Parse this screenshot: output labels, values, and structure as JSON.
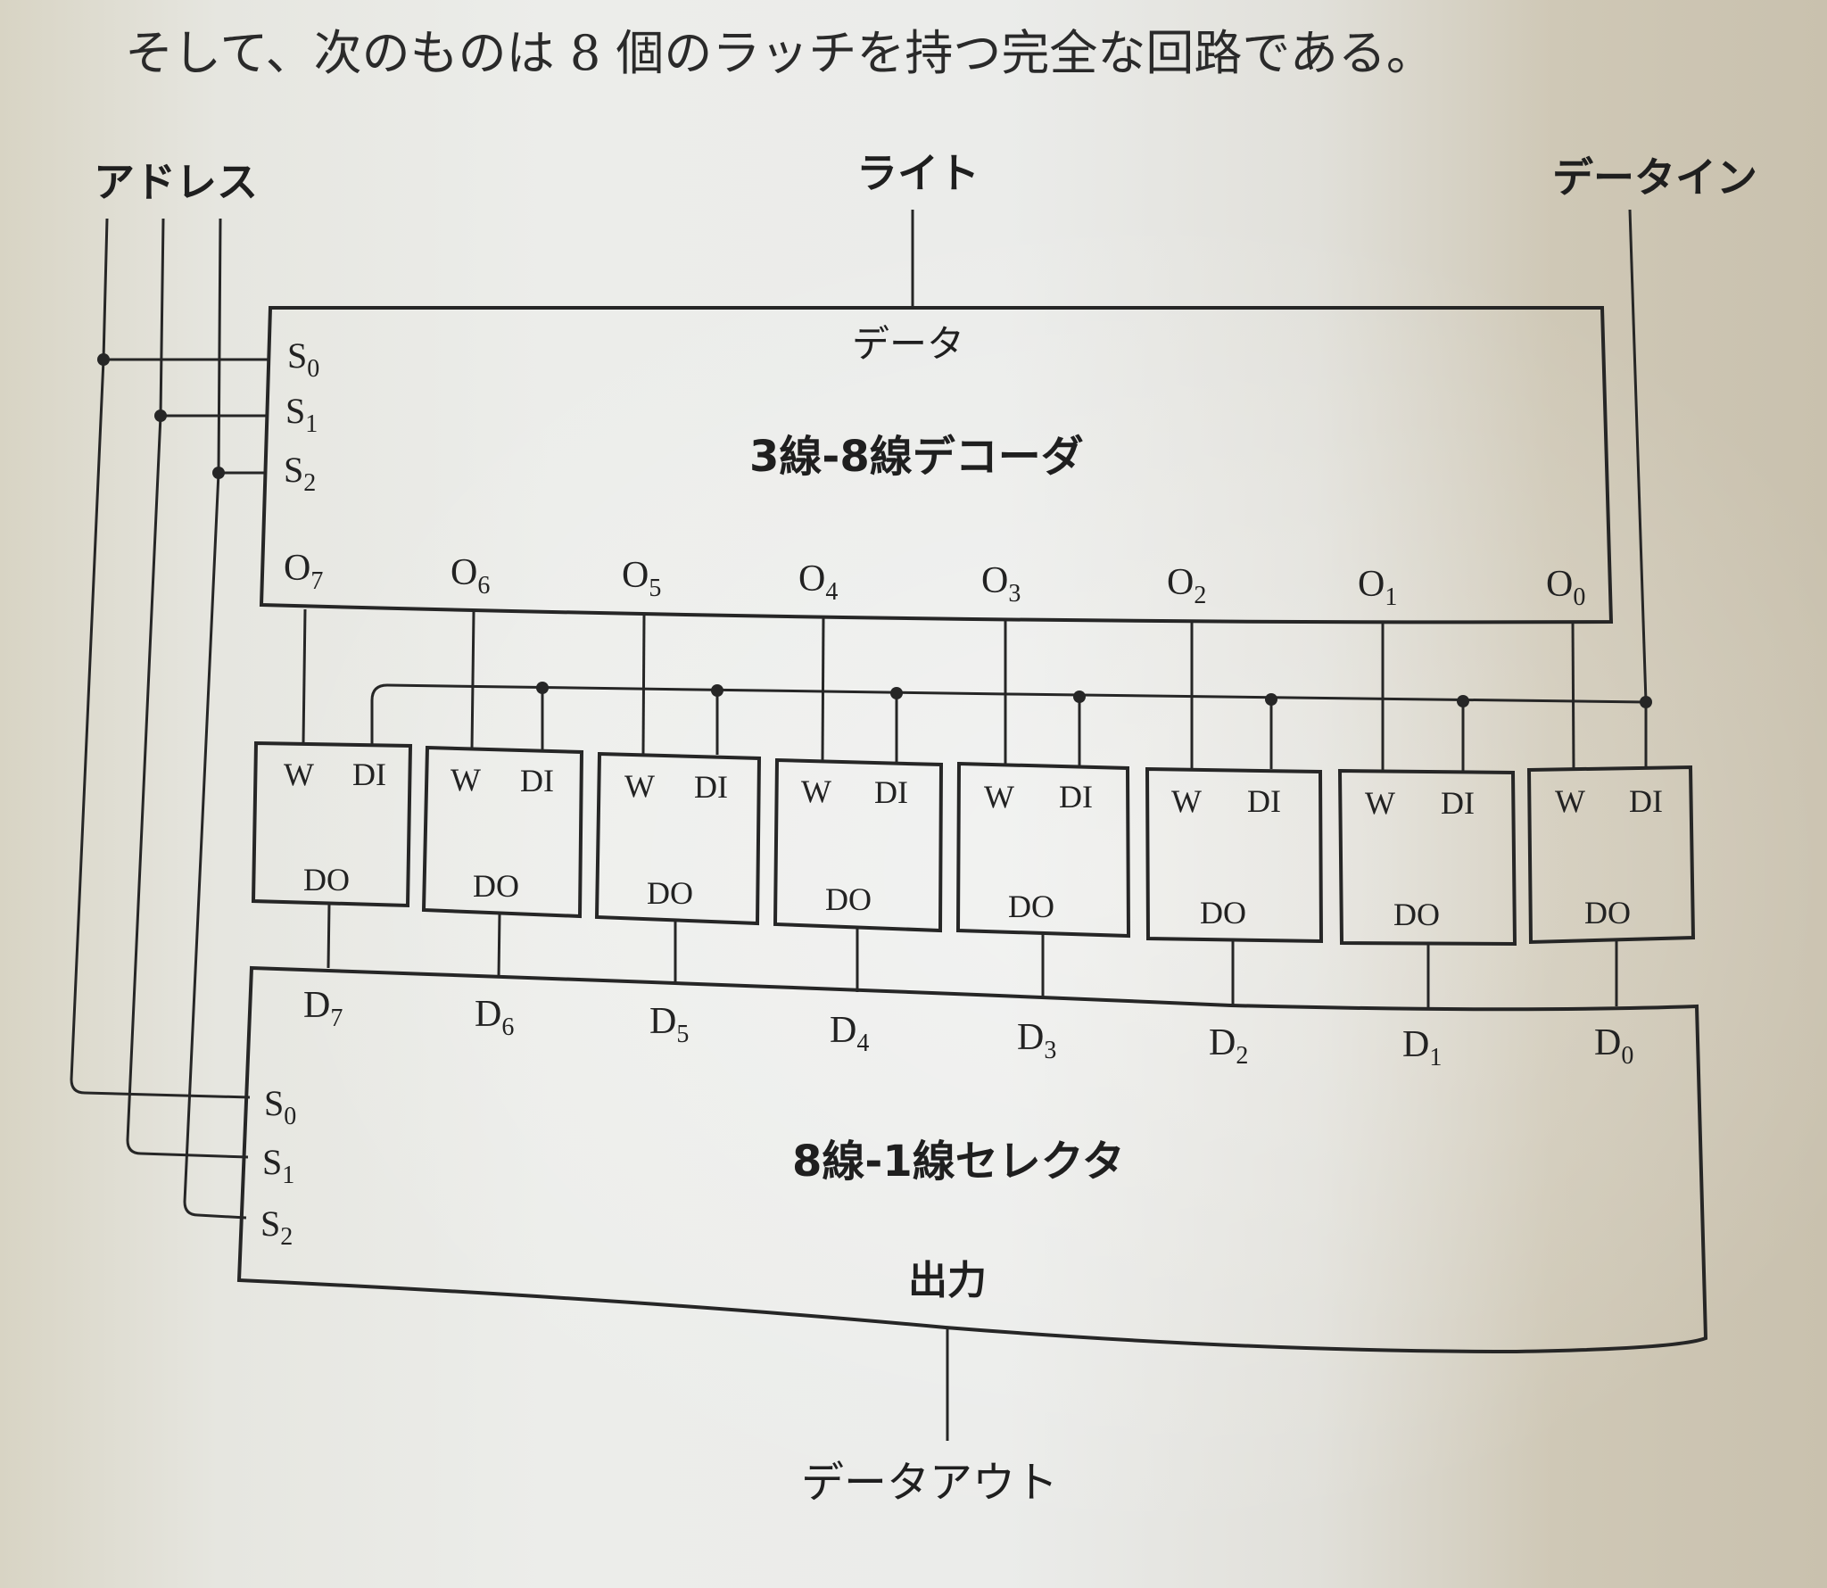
{
  "caption": "そして、次のものは 8 個のラッチを持つ完全な回路である。",
  "inputs": {
    "address_label": "アドレス",
    "write_label": "ライト",
    "data_in_label": "データイン"
  },
  "decoder": {
    "title": "3線-8線デコーダ",
    "data_pin": "データ",
    "select_pins": [
      {
        "letter": "S",
        "sub": "0"
      },
      {
        "letter": "S",
        "sub": "1"
      },
      {
        "letter": "S",
        "sub": "2"
      }
    ],
    "outputs": [
      {
        "letter": "O",
        "sub": "7"
      },
      {
        "letter": "O",
        "sub": "6"
      },
      {
        "letter": "O",
        "sub": "5"
      },
      {
        "letter": "O",
        "sub": "4"
      },
      {
        "letter": "O",
        "sub": "3"
      },
      {
        "letter": "O",
        "sub": "2"
      },
      {
        "letter": "O",
        "sub": "1"
      },
      {
        "letter": "O",
        "sub": "0"
      }
    ]
  },
  "latches": {
    "count": 8,
    "write_pin": "W",
    "data_in_pin": "DI",
    "data_out_pin": "DO"
  },
  "selector": {
    "title": "8線-1線セレクタ",
    "output_pin": "出力",
    "select_pins": [
      {
        "letter": "S",
        "sub": "0"
      },
      {
        "letter": "S",
        "sub": "1"
      },
      {
        "letter": "S",
        "sub": "2"
      }
    ],
    "inputs": [
      {
        "letter": "D",
        "sub": "7"
      },
      {
        "letter": "D",
        "sub": "6"
      },
      {
        "letter": "D",
        "sub": "5"
      },
      {
        "letter": "D",
        "sub": "4"
      },
      {
        "letter": "D",
        "sub": "3"
      },
      {
        "letter": "D",
        "sub": "2"
      },
      {
        "letter": "D",
        "sub": "1"
      },
      {
        "letter": "D",
        "sub": "0"
      }
    ]
  },
  "outputs": {
    "data_out_label": "データアウト"
  },
  "colors": {
    "ink": "#262626",
    "paper": "#ecedea"
  }
}
